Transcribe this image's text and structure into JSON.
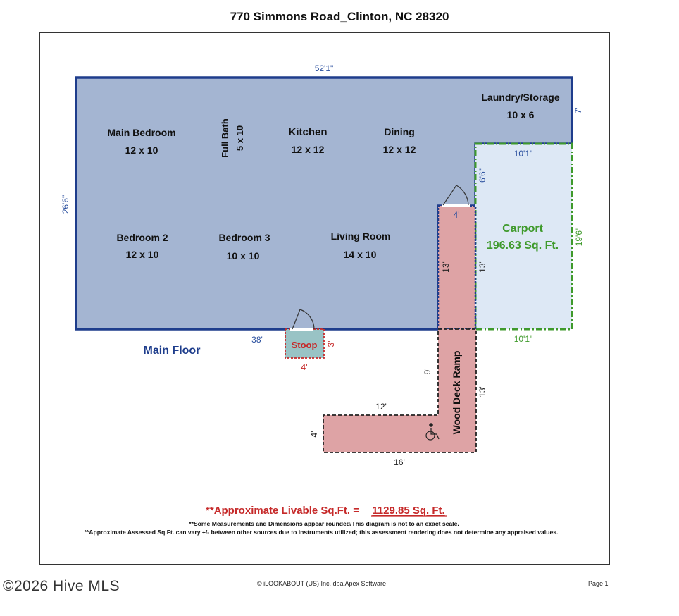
{
  "title": "770 Simmons Road_Clinton, NC 28320",
  "floor_label": "Main Floor",
  "rooms": {
    "main_bedroom": {
      "name": "Main Bedroom",
      "size": "12 x 10"
    },
    "full_bath": {
      "name": "Full Bath",
      "size": "5 x 10"
    },
    "kitchen": {
      "name": "Kitchen",
      "size": "12 x 12"
    },
    "dining": {
      "name": "Dining",
      "size": "12 x 12"
    },
    "laundry": {
      "name": "Laundry/Storage",
      "size": "10 x 6"
    },
    "bedroom2": {
      "name": "Bedroom 2",
      "size": "12 x 10"
    },
    "bedroom3": {
      "name": "Bedroom 3",
      "size": "10 x 10"
    },
    "living": {
      "name": "Living Room",
      "size": "14 x 10"
    },
    "carport": {
      "name": "Carport",
      "size": "196.63 Sq. Ft."
    },
    "stoop": {
      "name": "Stoop"
    },
    "ramp": {
      "name": "Wood Deck Ramp"
    }
  },
  "dimensions": {
    "top": "52'1\"",
    "left": "26'6\"",
    "bottom": "38'",
    "laundry_right": "7'",
    "carport_top": "10'1\"",
    "carport_side_left": "6'6\"",
    "carport_right": "19'6\"",
    "carport_bottom": "10'1\"",
    "entry_width": "4'",
    "entry_left": "13'",
    "entry_right": "13'",
    "stoop_side": "3'",
    "stoop_bottom": "4'",
    "ramp_upper_left": "9'",
    "ramp_right": "13'",
    "ramp_top": "12'",
    "ramp_left": "4'",
    "ramp_bottom": "16'"
  },
  "notes": {
    "livable_label": "**Approximate Livable Sq.Ft. =",
    "livable_value": "1129.85 Sq. Ft.",
    "note1": "**Some Measurements and Dimensions appear  rounded/This diagram is not to an exact scale.",
    "note2": "**Approximate Assessed Sq.Ft. can vary +/- between other sources due to instruments utilized; this assessment rendering does not determine any appraised values."
  },
  "footer": {
    "copyright": "© iLOOKABOUT (US) Inc. dba Apex Software",
    "page": "Page 1",
    "watermark": "©2026 Hive MLS"
  },
  "colors": {
    "house_fill": "#a4b5d2",
    "house_stroke": "#1e3d8c",
    "carport_fill": "#dde8f5",
    "carport_stroke": "#3f9a2c",
    "deck_fill": "#dea3a5",
    "stoop_fill": "#99c3c5",
    "red_text": "#c62a2a",
    "dim_blue": "#2a4f9e"
  }
}
